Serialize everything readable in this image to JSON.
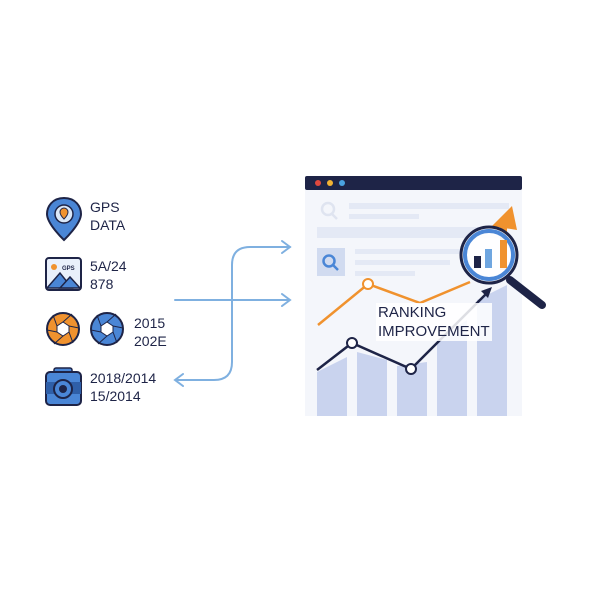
{
  "colors": {
    "navy": "#1e2447",
    "blue": "#4a86d6",
    "light_blue": "#7fb0e0",
    "orange": "#f0922e",
    "bar": "#c9d3ee",
    "panel": "#f4f6fb"
  },
  "left_items": [
    {
      "icon": "map-pin-icon",
      "lines": [
        "GPS",
        "DATA"
      ]
    },
    {
      "icon": "image-icon",
      "badge": "GPS",
      "lines": [
        "5A/24",
        "878"
      ]
    },
    {
      "icon": "aperture-icon",
      "lines": [
        "2015",
        "202E"
      ]
    },
    {
      "icon": "camera-icon",
      "lines": [
        "2018/2014",
        "15/2014"
      ]
    }
  ],
  "window": {
    "traffic_lights": [
      "#e0483e",
      "#f2b233",
      "#4aa3e0"
    ]
  },
  "chart": {
    "label_line1": "RANKING",
    "label_line2": "IMPROVEMENT"
  }
}
